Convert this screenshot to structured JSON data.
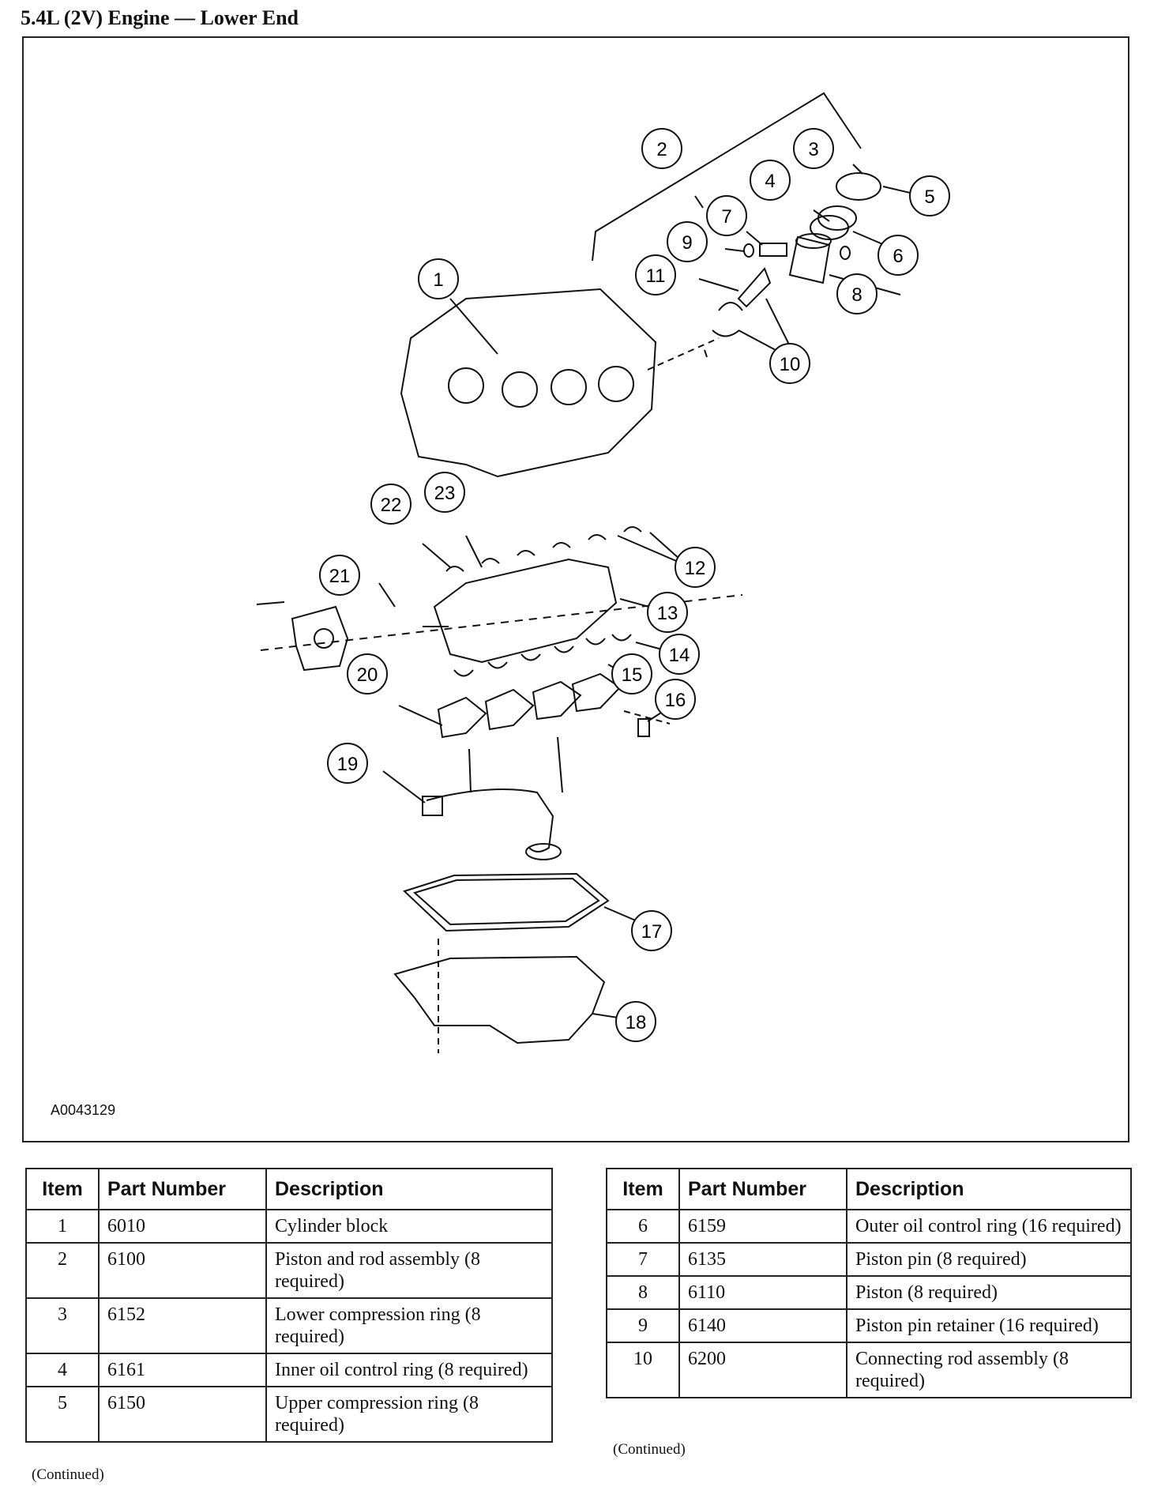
{
  "page_title": "5.4L (2V) Engine — Lower End",
  "figure_id": "A0043129",
  "callouts": [
    "1",
    "2",
    "3",
    "4",
    "5",
    "6",
    "7",
    "8",
    "9",
    "10",
    "11",
    "12",
    "13",
    "14",
    "15",
    "16",
    "17",
    "18",
    "19",
    "20",
    "21",
    "22",
    "23"
  ],
  "table_headers": {
    "item": "Item",
    "part_number": "Part Number",
    "description": "Description"
  },
  "left_table": [
    {
      "item": "1",
      "part": "6010",
      "desc": "Cylinder block"
    },
    {
      "item": "2",
      "part": "6100",
      "desc": "Piston and rod assembly (8 required)"
    },
    {
      "item": "3",
      "part": "6152",
      "desc": "Lower compression ring (8 required)"
    },
    {
      "item": "4",
      "part": "6161",
      "desc": "Inner oil control ring (8 required)"
    },
    {
      "item": "5",
      "part": "6150",
      "desc": "Upper compression ring (8 required)"
    }
  ],
  "right_table": [
    {
      "item": "6",
      "part": "6159",
      "desc": "Outer oil control ring (16 required)"
    },
    {
      "item": "7",
      "part": "6135",
      "desc": "Piston pin (8 required)"
    },
    {
      "item": "8",
      "part": "6110",
      "desc": "Piston (8 required)"
    },
    {
      "item": "9",
      "part": "6140",
      "desc": "Piston pin retainer (16 required)"
    },
    {
      "item": "10",
      "part": "6200",
      "desc": "Connecting rod assembly (8 required)"
    }
  ],
  "continued_label": "(Continued)"
}
